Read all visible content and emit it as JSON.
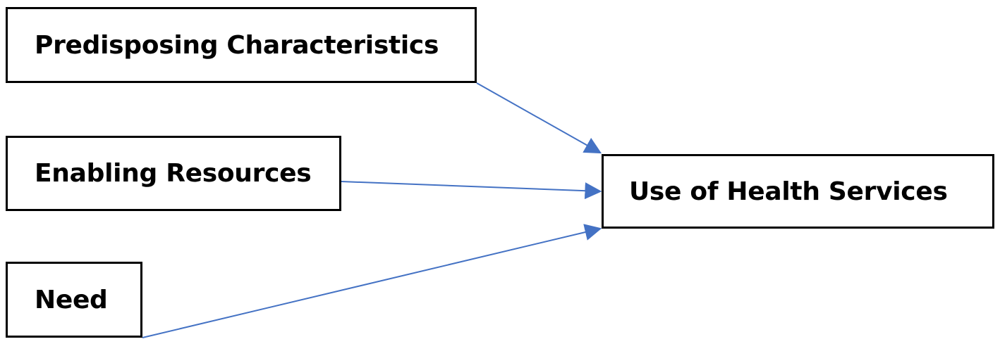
{
  "diagram": {
    "factors": [
      {
        "label": "Predisposing Characteristics"
      },
      {
        "label": "Enabling Resources"
      },
      {
        "label": "Need"
      }
    ],
    "outcome": {
      "label": "Use of Health Services"
    },
    "colors": {
      "box_border": "#000000",
      "arrow": "#4472C4",
      "background": "#ffffff"
    }
  }
}
